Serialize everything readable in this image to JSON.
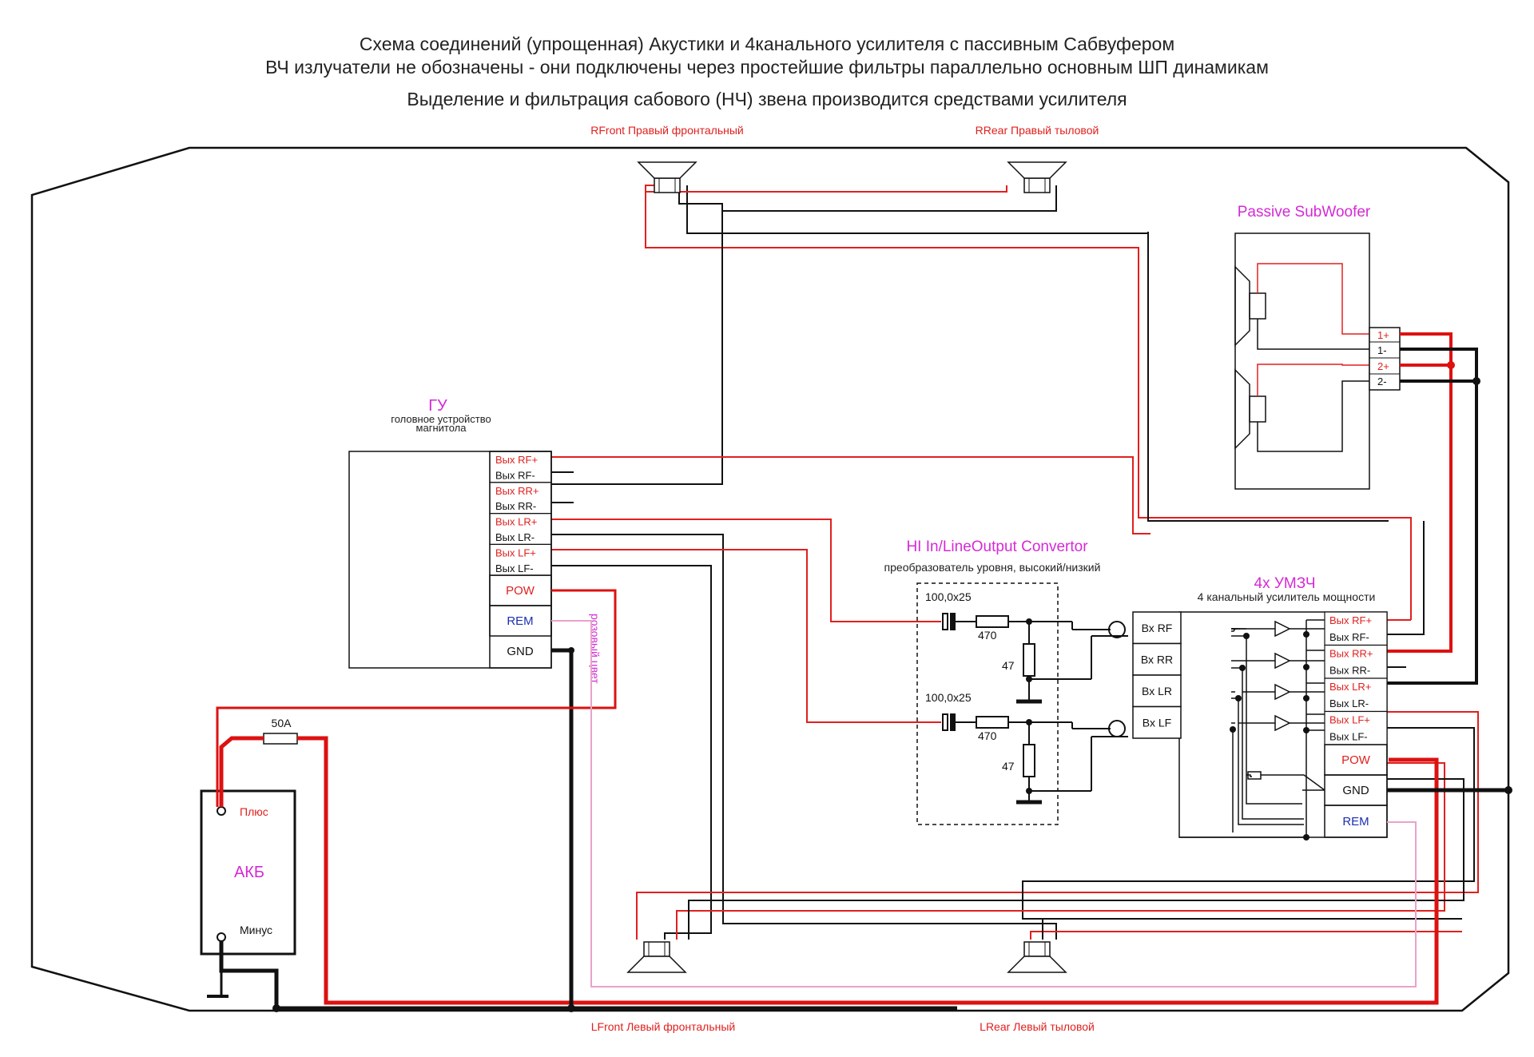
{
  "header": {
    "line1": "Схема соединений (упрощенная) Акустики и 4канального усилителя с пассивным Сабвуфером",
    "line2": "ВЧ излучатели не обозначены - они подключены через простейшие фильтры параллельно основным ШП динамикам",
    "line3": "Выделение и фильтрация сабового (НЧ) звена производится средствами усилителя"
  },
  "speakers": {
    "rfront": "RFront Правый фронтальный",
    "rrear": "RRear Правый тыловой",
    "lfront": "LFront Левый фронтальный",
    "lrear": "LRear Левый тыловой"
  },
  "subwoofer": {
    "title": "Passive SubWoofer",
    "terminals": [
      "1+",
      "1-",
      "2+",
      "2-"
    ]
  },
  "head_unit": {
    "title": "ГУ",
    "subtitle1": "головное устройство",
    "subtitle2": "магнитола",
    "outputs": [
      "Вых RF+",
      "Вых RF-",
      "Вых RR+",
      "Вых RR-",
      "Вых LR+",
      "Вых LR-",
      "Вых LF+",
      "Вых LF-"
    ],
    "pow": "POW",
    "rem": "REM",
    "gnd": "GND",
    "rem_note": "розовый цвет"
  },
  "converter": {
    "title": "HI In/LineOutput Convertor",
    "subtitle": "преобразователь уровня, высокий/низкий",
    "cap1": "100,0x25",
    "cap2": "100,0x25",
    "r1": "470",
    "r2": "47",
    "r3": "470",
    "r4": "47"
  },
  "amplifier": {
    "title": "4x УМЗЧ",
    "subtitle": "4 канальный  усилитель мощности",
    "inputs": [
      "Вх RF",
      "Вх RR",
      "Вх LR",
      "Вх LF"
    ],
    "outputs": [
      "Вых RF+",
      "Вых RF-",
      "Вых RR+",
      "Вых RR-",
      "Вых LR+",
      "Вых LR-",
      "Вых LF+",
      "Вых LF-"
    ],
    "pow": "POW",
    "gnd": "GND",
    "rem": "REM"
  },
  "battery": {
    "title": "АКБ",
    "plus": "Плюс",
    "minus": "Минус",
    "fuse": "50A"
  },
  "colors": {
    "red": "#e0201e",
    "thick_red": "#dd1111",
    "black": "#111111",
    "pink": "#e8a3c9",
    "magenta": "#d42ad4",
    "blue": "#1b2fb0"
  }
}
